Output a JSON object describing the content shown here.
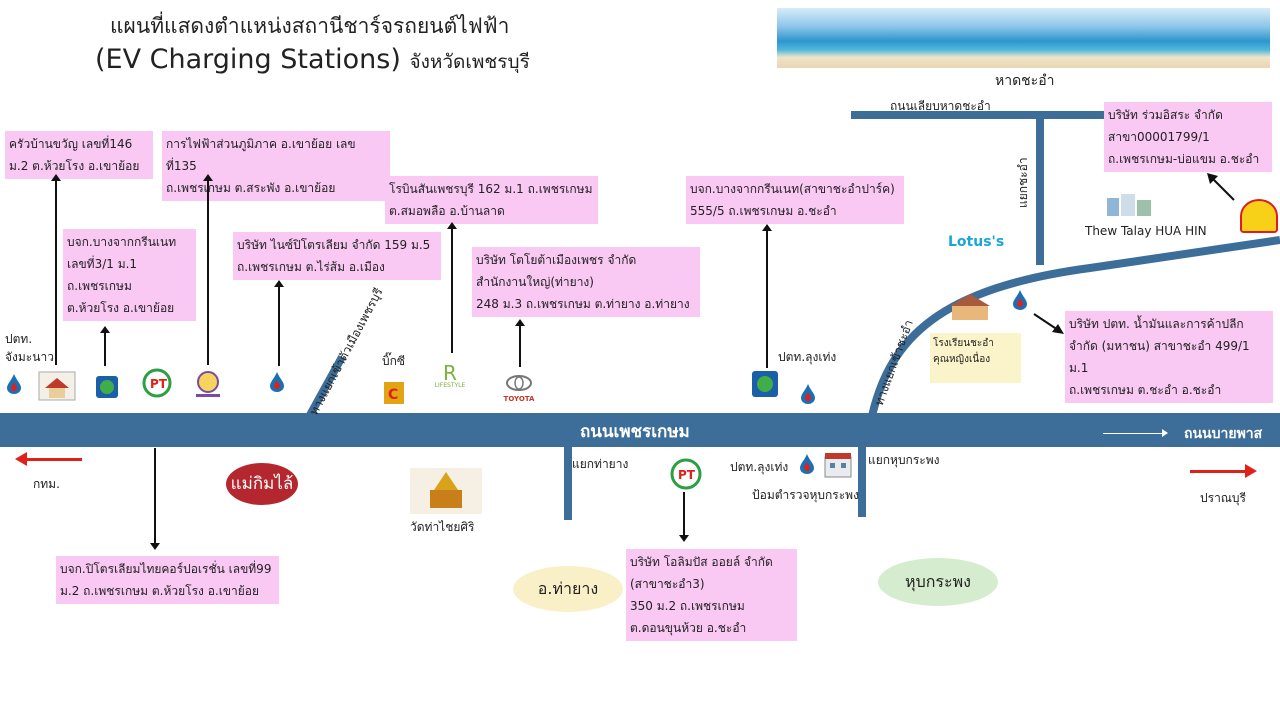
{
  "title": {
    "line1": "แผนที่แสดงตำแหน่งสถานีชาร์จรถยนต์ไฟฟ้า",
    "line2_en": "(EV Charging Stations)",
    "line2_th": "จังหวัดเพชรบุรี"
  },
  "roads": {
    "main": "ถนนเพชรเกษม",
    "bypass": "ถนนบายพาส",
    "beach_road": "ถนนเลียบหาดชะอำ",
    "chaam_junction": "แยกชะอำ",
    "chaam_entrance": "ทางแยกเข้าชะอำ",
    "city_entrance": "ทางแยกเข้าตัวเมืองเพชรบุรี",
    "thayang_junction": "แยกท่ายาง",
    "nongkhaem_junction": "แยกหุบกระพง"
  },
  "places": {
    "beach": "หาดชะอำ",
    "bangkok": "กทม.",
    "pranburi": "ปราณบุรี",
    "bigc": "บิ๊กซี",
    "lotus": "Lotus's",
    "thew_talay": "Thew Talay HUA HIN",
    "ptt_cham": "ปตท.\nจังมะนาว",
    "ptt_lungteng_north": "ปตท.ลุงเท่ง",
    "ptt_lungteng_south": "ปตท.ลุงเท่ง",
    "police": "ป้อมตำรวจหุบกระพง",
    "temple": "วัดท่าไชยศิริ",
    "maekimlai": "แม่กิมไล้",
    "thayang_district": "อ.ท่ายาง",
    "nongkhaem_district": "หุบกระพง",
    "school": "โรงเรียนชะอำ\nคุณหญิงเนื่อง",
    "toyota_logo": "TOYOTA",
    "robinson_logo": "LIFESTYLE"
  },
  "boxes": {
    "b1": [
      "ครัวบ้านขวัญ เลขที่146",
      "ม.2 ต.ห้วยโรง อ.เขาย้อย"
    ],
    "b2": [
      "การไฟฟ้าส่วนภูมิภาค อ.เขาย้อย เลขที่135",
      "ถ.เพชรเกษม ต.สระพัง อ.เขาย้อย"
    ],
    "b3": [
      "บจก.บางจากกรีนเนท",
      "เลขที่3/1 ม.1",
      "ถ.เพชรเกษม",
      "ต.ห้วยโรง อ.เขาย้อย"
    ],
    "b4": [
      "บริษัท ไนซ์ปิโตรเลียม จำกัด 159 ม.5",
      "ถ.เพชรเกษม ต.ไร่ส้ม อ.เมือง"
    ],
    "b5": [
      "โรบินสันเพชรบุรี 162 ม.1 ถ.เพชรเกษม",
      "ต.สมอพลือ อ.บ้านลาด"
    ],
    "b6": [
      "บริษัท โตโยต้าเมืองเพชร จำกัด",
      "สำนักงานใหญ่(ท่ายาง)",
      "248 ม.3 ถ.เพชรเกษม ต.ท่ายาง อ.ท่ายาง"
    ],
    "b7": [
      "บจก.บางจากกรีนเนท(สาขาชะอำปาร์ค)",
      "555/5 ถ.เพชรเกษม อ.ชะอำ"
    ],
    "b8": [
      "บริษัท ร่วมอิสระ จำกัด",
      "สาขา00001799/1",
      "ถ.เพชรเกษม-บ่อแขม อ.ชะอำ"
    ],
    "b9": [
      "บริษัท ปตท. น้ำมันและการค้าปลีก",
      "จำกัด (มหาชน) สาขาชะอำ 499/1 ม.1",
      "ถ.เพชรเกษม ต.ชะอำ อ.ชะอำ"
    ],
    "b10": [
      "บจก.ปิโตรเลียมไทยคอร์ปอเรชั่น เลขที่99",
      "ม.2 ถ.เพชรเกษม ต.ห้วยโรง อ.เขาย้อย"
    ],
    "b11": [
      "บริษัท โอลิมปัส ออยล์ จำกัด",
      "(สาขาชะอำ3)",
      " 350 ม.2 ถ.เพชรเกษม",
      "ต.ดอนขุนห้วย อ.ชะอำ"
    ]
  },
  "colors": {
    "road": "#3d6e9a",
    "box": "#f9c9f4",
    "ptt_blue": "#1b6fb5",
    "red": "#e0201b"
  }
}
